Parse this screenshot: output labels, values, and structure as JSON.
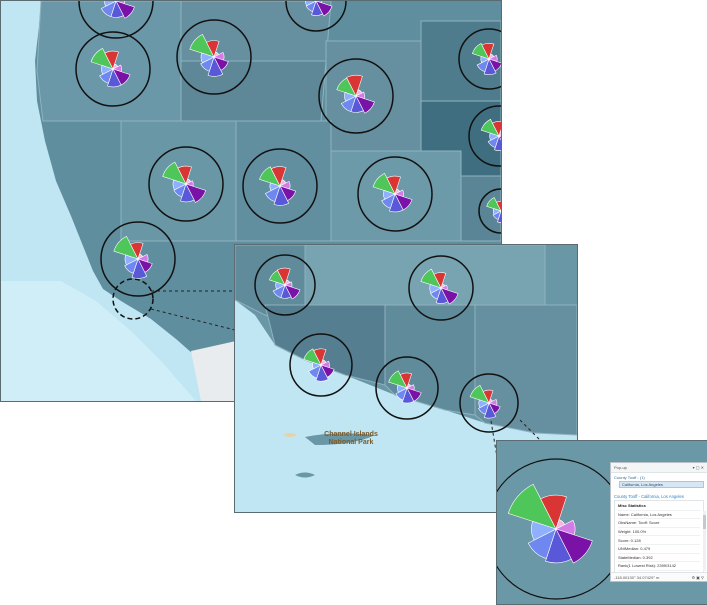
{
  "map": {
    "island_label_line1": "Channel Islands",
    "island_label_line2": "National Park"
  },
  "pie_colors": [
    "#4fc65a",
    "#d93535",
    "#f2b8e0",
    "#d37ce8",
    "#7a12a8",
    "#5858d8",
    "#6f88f0",
    "#8fb0ff"
  ],
  "popup": {
    "title": "Pop-up",
    "tree_layer": "County Tooff - (1)",
    "tree_feature": "California, Los Angeles",
    "feature_title": "County Tooff - California, Los Angeles",
    "rows": [
      "Misc Statistics",
      "Name: California, Los Angeles",
      "ObsName: Tooff: Score",
      "Weight: 100.0%",
      "Score: 0.128",
      "UNIMedian: 0.479",
      "StateMedian: 0.392",
      "Rank(1 Lowest Risk): 2399/3142"
    ],
    "footer_coords": "-118.00130°  34.07429°  m",
    "footer_icons": "⚙ ▣ ⚲"
  }
}
